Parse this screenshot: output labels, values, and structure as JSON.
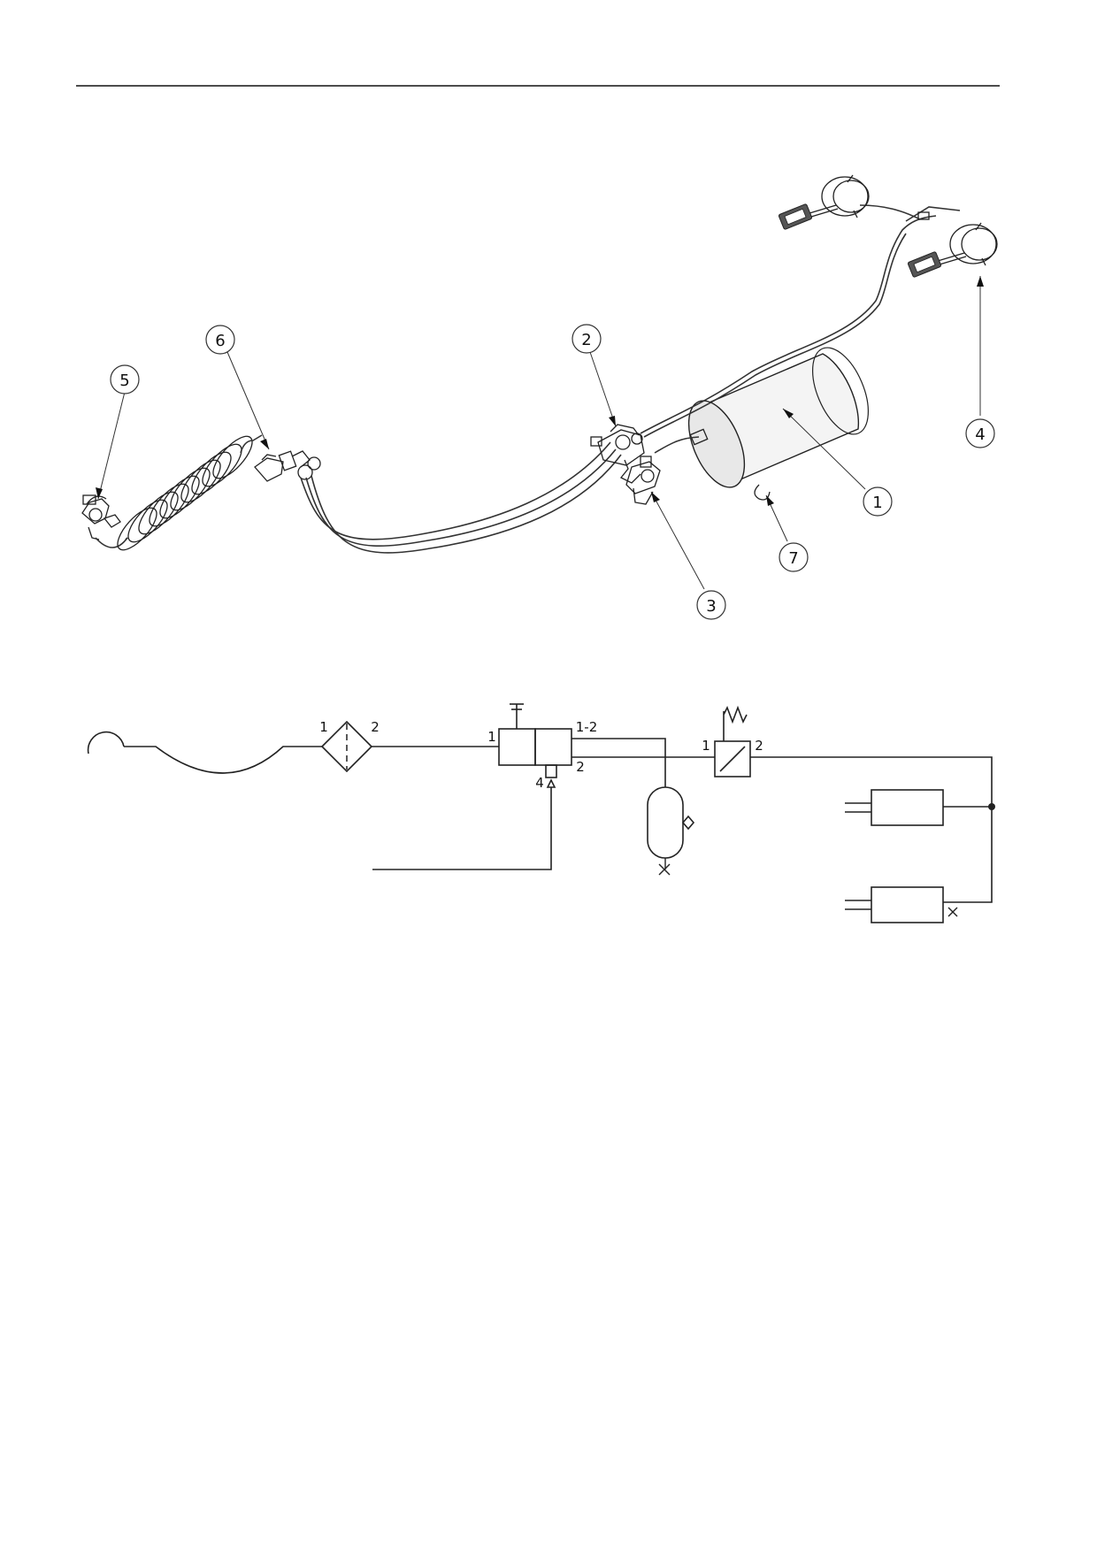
{
  "illustration": {
    "callouts": [
      {
        "id": "1",
        "label": "1"
      },
      {
        "id": "2",
        "label": "2"
      },
      {
        "id": "3",
        "label": "3"
      },
      {
        "id": "4",
        "label": "4"
      },
      {
        "id": "5",
        "label": "5"
      },
      {
        "id": "6",
        "label": "6"
      },
      {
        "id": "7",
        "label": "7"
      }
    ]
  },
  "schematic": {
    "filter_ports": {
      "in": "1",
      "out": "2"
    },
    "valve_ports": {
      "in": "1",
      "out_top": "1-2",
      "out_bottom": "2",
      "control": "4"
    },
    "pressure_valve_ports": {
      "in": "1",
      "out": "2"
    }
  }
}
